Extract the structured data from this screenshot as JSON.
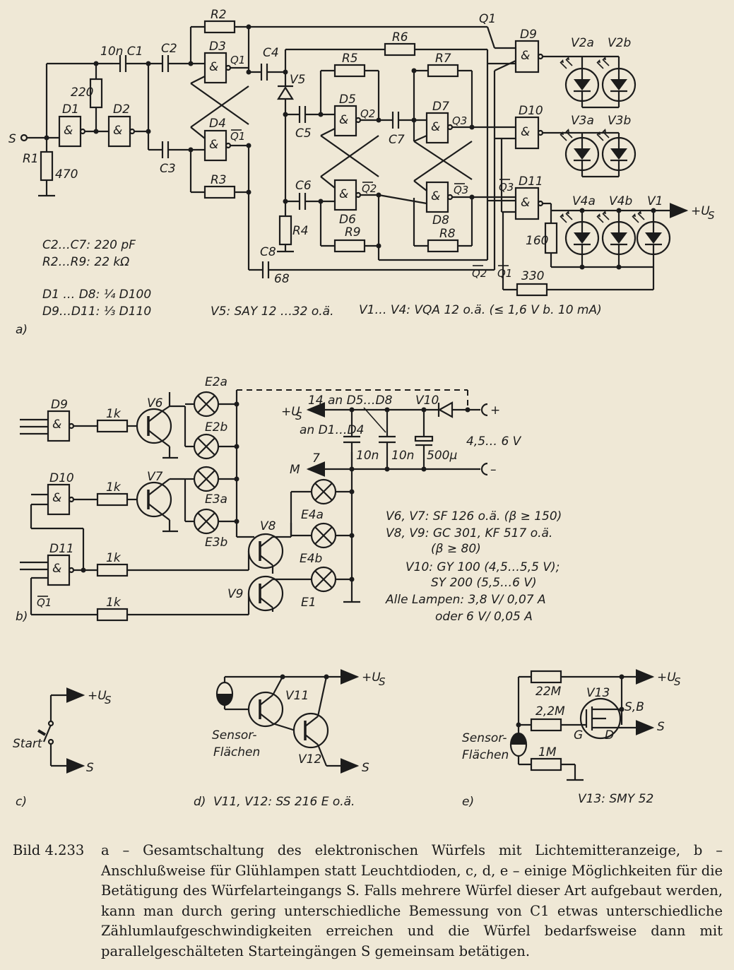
{
  "colors": {
    "paper": "#efe8d6",
    "ink": "#1c1c1c"
  },
  "a": {
    "panel": "a)",
    "gates": {
      "D1": "D1",
      "D2": "D2",
      "D3": "D3",
      "D4": "D4",
      "D5": "D5",
      "D6": "D6",
      "D7": "D7",
      "D8": "D8",
      "D9": "D9",
      "D10": "D10",
      "D11": "D11"
    },
    "and_symbol": "&",
    "R1": "R1",
    "R1v": "470",
    "R_220": "220",
    "C1": "10n C1",
    "C2": "C2",
    "C3": "C3",
    "C4": "C4",
    "C5": "C5",
    "C6": "C6",
    "C7": "C7",
    "C8": "C8",
    "C8v": "68",
    "R2": "R2",
    "R3": "R3",
    "R4": "R4",
    "R5": "R5",
    "R6": "R6",
    "R7": "R7",
    "R8": "R8",
    "R9": "R9",
    "R160": "160",
    "R330": "330",
    "V5": "V5",
    "S": "S",
    "Q1": "Q1",
    "Q1b": "Q1",
    "Q2": "Q2",
    "Q3": "Q3",
    "Q1bar": "Q1",
    "Q2bar": "Q2",
    "Q3bar": "Q3",
    "Q2bar_b": "Q2",
    "Q1bar_b": "Q1",
    "V2a": "V2a",
    "V2b": "V2b",
    "V3a": "V3a",
    "V3b": "V3b",
    "V4a": "V4a",
    "V4b": "V4b",
    "V1": "V1",
    "Us": "+U",
    "Us_sub": "S",
    "notes": [
      "C2…C7:  220 pF",
      "R2…R9:   22 kΩ",
      "D1 … D8: ¼ D100",
      "D9…D11: ⅓ D110"
    ],
    "v5_note": "V5: SAY 12 …32 o.ä.",
    "v1_note": "V1… V4: VQA 12 o.ä. (≤ 1,6 V b. 10 mA)"
  },
  "b": {
    "panel": "b)",
    "D9": "D9",
    "D10": "D10",
    "D11": "D11",
    "Q1bar": "Q1",
    "r1k": "1k",
    "V6": "V6",
    "V7": "V7",
    "V8": "V8",
    "V9": "V9",
    "E2a": "E2a",
    "E2b": "E2b",
    "E3a": "E3a",
    "E3b": "E3b",
    "E4a": "E4a",
    "E4b": "E4b",
    "E1": "E1",
    "Us": "+U",
    "Us_sub": "S",
    "pin14": "14",
    "anD5D8": "an D5…D8",
    "anD1D4": "an D1…D4",
    "V10": "V10",
    "plus": "+",
    "pin7": "7",
    "M": "M",
    "minus": "–",
    "c10n": "10n",
    "c500": "500µ",
    "voltage": "4,5… 6 V",
    "notes": [
      "V6, V7: SF 126 o.ä. (β ≥ 150)",
      "V8, V9: GC 301, KF 517 o.ä.",
      "(β ≥ 80)",
      "V10: GY 100 (4,5…5,5 V);",
      "SY 200 (5,5…6 V)",
      "Alle  Lampen: 3,8 V/ 0,07 A",
      "oder  6 V/ 0,05 A"
    ]
  },
  "c": {
    "panel": "c)",
    "start": "Start",
    "Us": "+U",
    "Us_sub": "S",
    "S": "S"
  },
  "d": {
    "panel": "d)",
    "V11": "V11",
    "V12": "V12",
    "Us": "+U",
    "Us_sub": "S",
    "S": "S",
    "sensor": [
      "Sensor-",
      "Flächen"
    ],
    "note": "V11, V12: SS 216 E o.ä."
  },
  "e": {
    "panel": "e)",
    "r22M": "22M",
    "r2M": "2,2M",
    "r1M": "1M",
    "V13": "V13",
    "G": "G",
    "D": "D",
    "SB": "S,B",
    "Us": "+U",
    "Us_sub": "S",
    "S": "S",
    "sensor": [
      "Sensor-",
      "Flächen"
    ],
    "note": "V13: SMY 52"
  },
  "caption": {
    "number": "Bild 4.233",
    "text": "a – Gesamtschaltung des elektronischen Würfels mit Lichtemitteranzeige, b – Anschlußweise für Glühlampen statt Leuchtdioden, c, d, e – einige Möglichkeiten für die Betätigung des Würfelarteingangs S. Falls mehrere Würfel dieser Art aufgebaut werden, kann man durch gering unterschiedliche Bemessung von C1 etwas unterschiedliche Zählumlaufgeschwindigkeiten erreichen und die Würfel bedarfsweise dann mit parallelgeschälteten Starteingängen S gemeinsam betätigen."
  }
}
